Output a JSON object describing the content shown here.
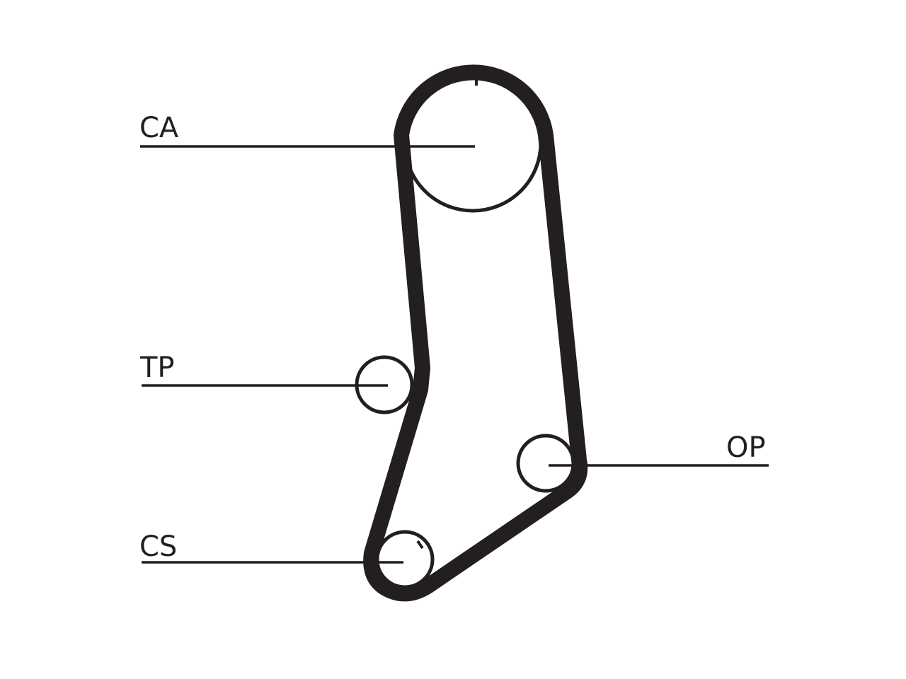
{
  "diagram": {
    "labels": {
      "camshaft": "CA",
      "tensioner": "TP",
      "oil_pump": "OP",
      "crankshaft": "CS"
    },
    "colors": {
      "line": "#231f20",
      "background": "#ffffff"
    }
  }
}
